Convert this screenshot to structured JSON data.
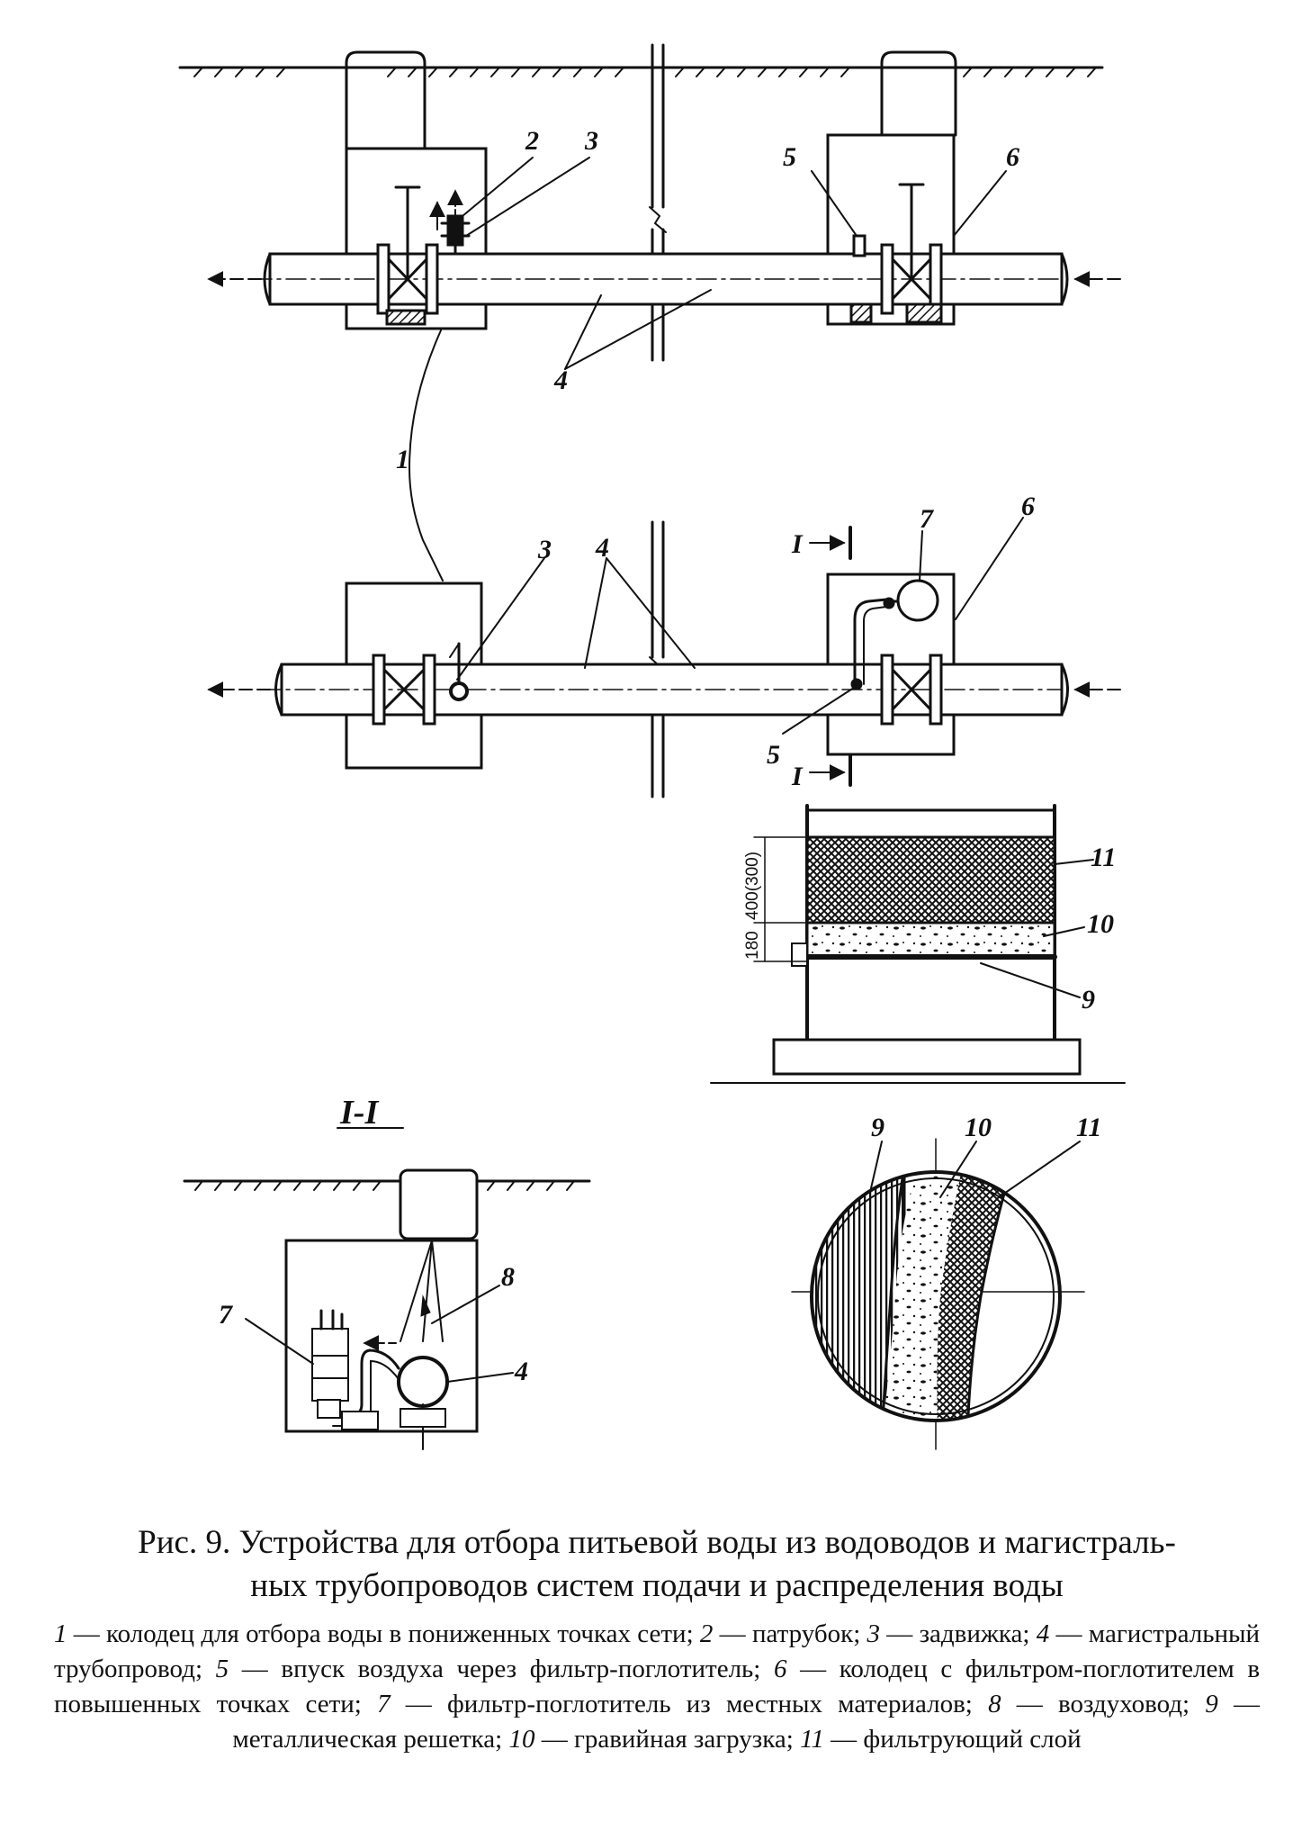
{
  "figure": {
    "title_line1": "Рис. 9. Устройства для отбора питьевой воды из водоводов и магистраль-",
    "title_line2": "ных трубопроводов систем подачи и распределения воды"
  },
  "section_label": "I-I",
  "cut_marks": [
    "I",
    "I"
  ],
  "callouts": {
    "c1": "1",
    "c2": "2",
    "c3": "3",
    "c4": "4",
    "c5": "5",
    "c6": "6",
    "c7": "7",
    "c8": "8",
    "c9": "9",
    "c10": "10",
    "c11": "11"
  },
  "dimensions": {
    "d_total": "180",
    "d_layer": "400(300)"
  },
  "legend": [
    {
      "num": "1",
      "text": " — колодец для отбора воды в пониженных точках сети; "
    },
    {
      "num": "2",
      "text": " — патрубок; "
    },
    {
      "num": "3",
      "text": " — задвижка; "
    },
    {
      "num": "4",
      "text": " — магистральный трубопровод; "
    },
    {
      "num": "5",
      "text": " — впуск воздуха через фильтр-поглотитель; "
    },
    {
      "num": "6",
      "text": " — колодец с фильтром-поглотителем в повышенных точках сети; "
    },
    {
      "num": "7",
      "text": " — фильтр-поглотитель из местных материалов; "
    },
    {
      "num": "8",
      "text": " — воздуховод; "
    },
    {
      "num": "9",
      "text": " — металлическая решетка; "
    },
    {
      "num": "10",
      "text": " — гравийная загрузка; "
    },
    {
      "num": "11",
      "text": " — фильтрующий слой"
    }
  ]
}
